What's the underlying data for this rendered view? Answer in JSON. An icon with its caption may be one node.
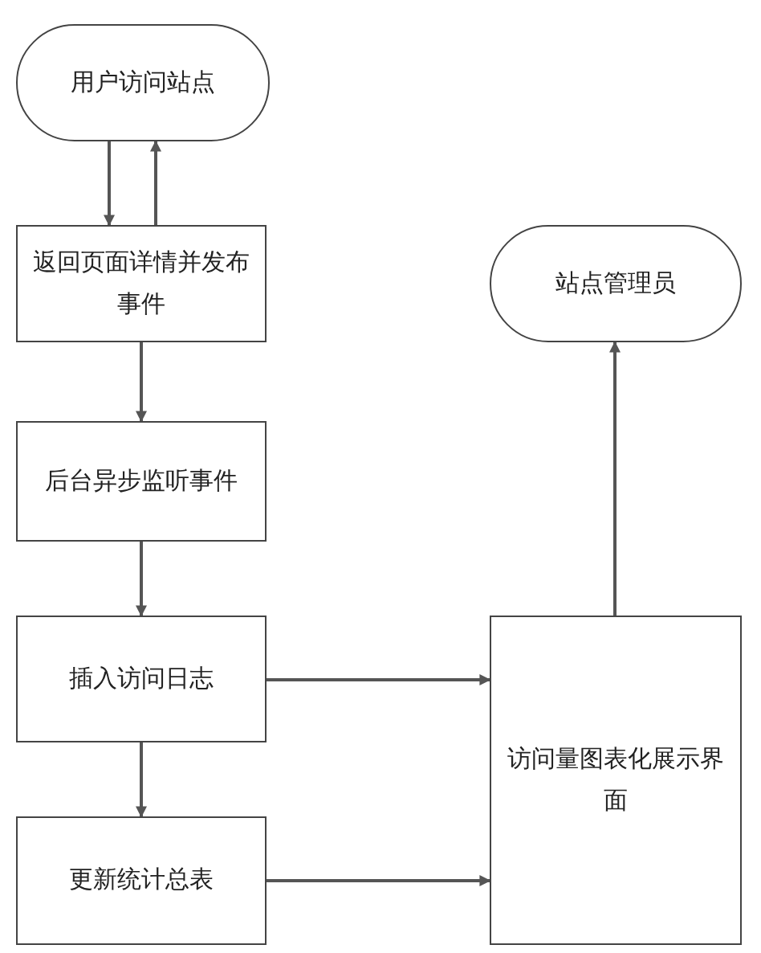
{
  "diagram": {
    "nodes": [
      {
        "text": [
          "用户访问站点"
        ]
      },
      {
        "text": [
          "返回页面详情并发布事件"
        ]
      },
      {
        "text": [
          "后台异步监听事件"
        ]
      },
      {
        "text": [
          "插入访问日志"
        ]
      },
      {
        "text": [
          "更新统计总表"
        ]
      },
      {
        "text": [
          "站点管理员"
        ]
      },
      {
        "text": [
          "访问量图表化展示界面"
        ]
      }
    ],
    "edges": [
      {
        "from": 0,
        "to": 1,
        "arrow": "to"
      },
      {
        "from": 1,
        "to": 0,
        "arrow": "to"
      },
      {
        "from": 1,
        "to": 2,
        "arrow": "to"
      },
      {
        "from": 2,
        "to": 3,
        "arrow": "to"
      },
      {
        "from": 3,
        "to": 4,
        "arrow": "to"
      },
      {
        "from": 3,
        "to": 6,
        "arrow": "to"
      },
      {
        "from": 4,
        "to": 6,
        "arrow": "to"
      },
      {
        "from": 6,
        "to": 5,
        "arrow": "to"
      }
    ]
  }
}
